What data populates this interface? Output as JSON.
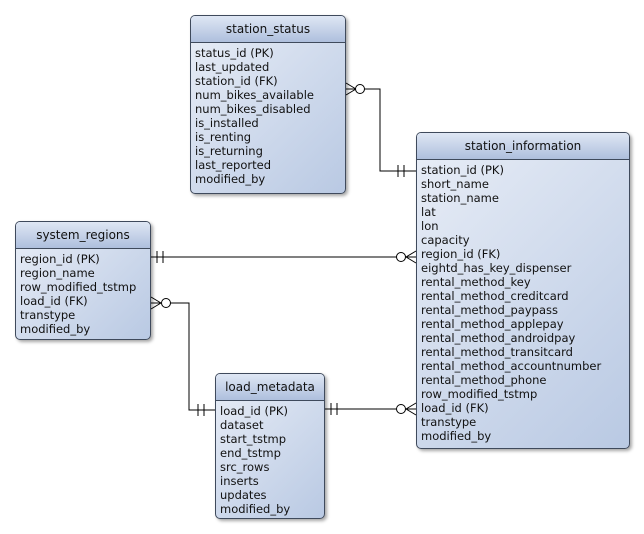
{
  "entities": {
    "station_status": {
      "title": "station_status",
      "fields": [
        "status_id (PK)",
        "last_updated",
        "station_id (FK)",
        "num_bikes_available",
        "num_bikes_disabled",
        "is_installed",
        "is_renting",
        "is_returning",
        "last_reported",
        "modified_by"
      ]
    },
    "station_information": {
      "title": "station_information",
      "fields": [
        "station_id (PK)",
        "short_name",
        "station_name",
        "lat",
        "lon",
        "capacity",
        "region_id (FK)",
        "eightd_has_key_dispenser",
        "rental_method_key",
        "rental_method_creditcard",
        "rental_method_paypass",
        "rental_method_applepay",
        "rental_method_androidpay",
        "rental_method_transitcard",
        "rental_method_accountnumber",
        "rental_method_phone",
        "row_modified_tstmp",
        "load_id (FK)",
        "transtype",
        "modified_by"
      ]
    },
    "system_regions": {
      "title": "system_regions",
      "fields": [
        "region_id (PK)",
        "region_name",
        "row_modified_tstmp",
        "load_id (FK)",
        "transtype",
        "modified_by"
      ]
    },
    "load_metadata": {
      "title": "load_metadata",
      "fields": [
        "load_id (PK)",
        "dataset",
        "start_tstmp",
        "end_tstmp",
        "src_rows",
        "inserts",
        "updates",
        "modified_by"
      ]
    }
  },
  "relationships": [
    {
      "from": "station_information",
      "to": "station_status",
      "from_cardinality": "one-and-only-one",
      "to_cardinality": "zero-or-many"
    },
    {
      "from": "system_regions",
      "to": "station_information",
      "from_cardinality": "one-and-only-one",
      "to_cardinality": "zero-or-many"
    },
    {
      "from": "load_metadata",
      "to": "system_regions",
      "from_cardinality": "one-and-only-one",
      "to_cardinality": "zero-or-many"
    },
    {
      "from": "load_metadata",
      "to": "station_information",
      "from_cardinality": "one-and-only-one",
      "to_cardinality": "zero-or-many"
    }
  ]
}
